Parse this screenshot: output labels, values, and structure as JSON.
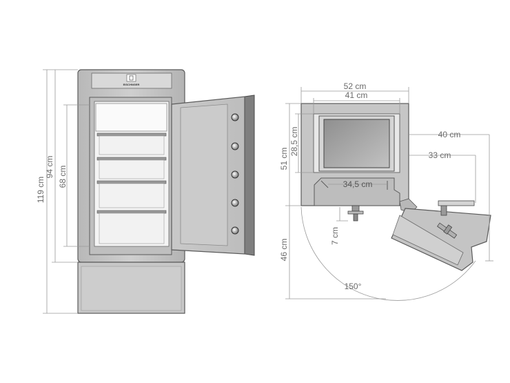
{
  "front_view": {
    "brand_label": "EISCHNGER",
    "dimensions": {
      "total_height": "119 cm",
      "body_height": "94 cm",
      "interior_height": "68 cm"
    }
  },
  "top_view": {
    "dimensions": {
      "outer_width": "52 cm",
      "inner_width": "41 cm",
      "outer_depth": "51 cm",
      "inner_depth": "28,5 cm",
      "door_swing_depth": "40 cm",
      "door_swing_inner": "33 cm",
      "shelf_width": "34,5 cm",
      "handle_projection": "7 cm",
      "door_clearance": "46 cm",
      "opening_angle": "150°"
    }
  },
  "colors": {
    "body_fill": "#c4c4c4",
    "body_stroke": "#5a5a5a",
    "interior_fill": "#f4f4f4",
    "dimension_line": "#9a9a9a",
    "dimension_text": "#6a6a6a"
  }
}
